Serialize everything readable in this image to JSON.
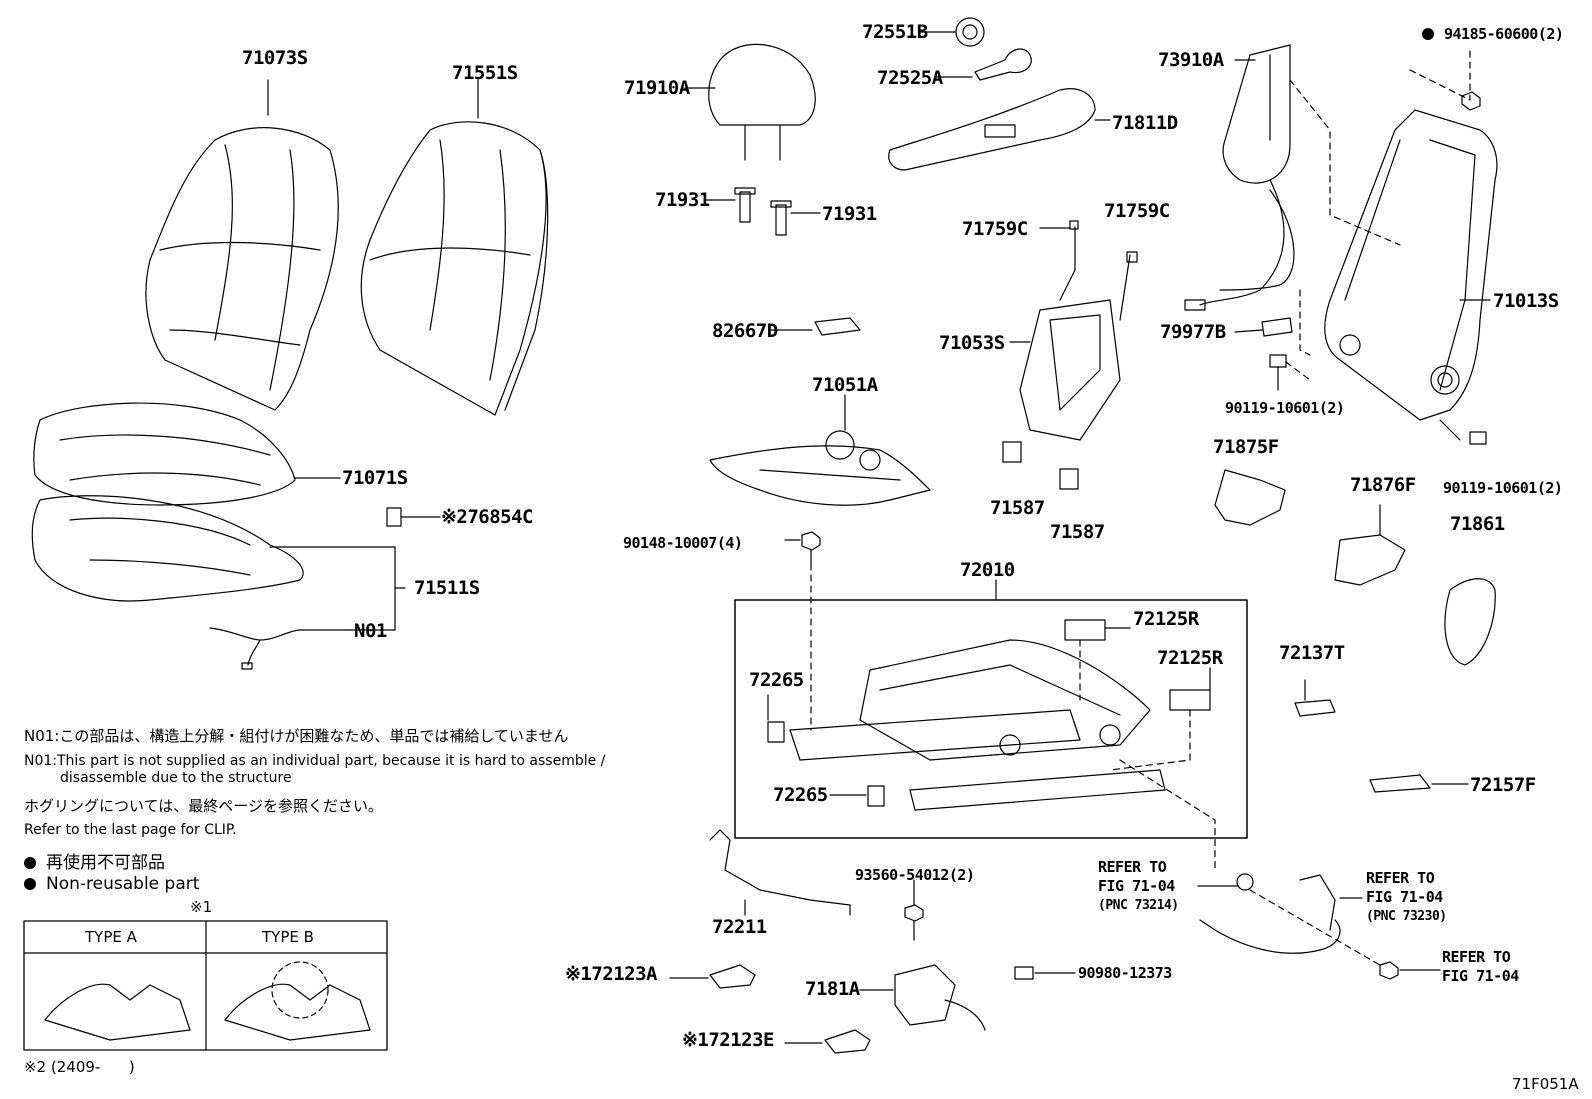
{
  "parts": {
    "p71073S": "71073S",
    "p71551S": "71551S",
    "p71910A": "71910A",
    "p72551B": "72551B",
    "p72525A": "72525A",
    "p71811D": "71811D",
    "p73910A": "73910A",
    "p94185": "94185-60600(2)",
    "p71931a": "71931",
    "p71931b": "71931",
    "p71759Ca": "71759C",
    "p71759Cb": "71759C",
    "p82667D": "82667D",
    "p71053S": "71053S",
    "p79977B": "79977B",
    "p71013S": "71013S",
    "p71051A": "71051A",
    "p90119a": "90119-10601(2)",
    "p90119b": "90119-10601(2)",
    "p71071S": "71071S",
    "p76854C": "※276854C",
    "p71587a": "71587",
    "p71587b": "71587",
    "p71875F": "71875F",
    "p71876F": "71876F",
    "p90148": "90148-10007(4)",
    "p72010": "72010",
    "p71861": "71861",
    "p71511S": "71511S",
    "pN01": "N01",
    "p72125Ra": "72125R",
    "p72125Rb": "72125R",
    "p72265a": "72265",
    "p72265b": "72265",
    "p72137T": "72137T",
    "p72157F": "72157F",
    "p72211": "72211",
    "p93560": "93560-54012(2)",
    "p72123A": "※172123A",
    "p7181A": "7181A",
    "p90980": "90980-12373",
    "p72123E": "※172123E"
  },
  "refs": {
    "r1_title": "REFER TO",
    "r1_fig": "FIG 71-04",
    "r1_pnc": "(PNC 73214)",
    "r2_title": "REFER TO",
    "r2_fig": "FIG 71-04",
    "r2_pnc": "(PNC 73230)",
    "r3_title": "REFER TO",
    "r3_fig": "FIG 71-04"
  },
  "notes": {
    "n01_jp": "N01:この部品は、構造上分解・組付けが困難なため、単品では補給していません",
    "n01_en1": "N01:This part is not supplied as an individual part, because it is hard to assemble /",
    "n01_en2": "disassemble due to the structure",
    "clip_jp": "ホグリングについては、最終ページを参照ください。",
    "clip_en": "Refer to the last page for CLIP.",
    "legend_jp": "再使用不可部品",
    "legend_en": "Non-reusable part",
    "mark1": "※1",
    "type_a": "TYPE A",
    "type_b": "TYPE B",
    "footnote2": "※2 (2409-      )",
    "fig_id": "71F051A"
  }
}
